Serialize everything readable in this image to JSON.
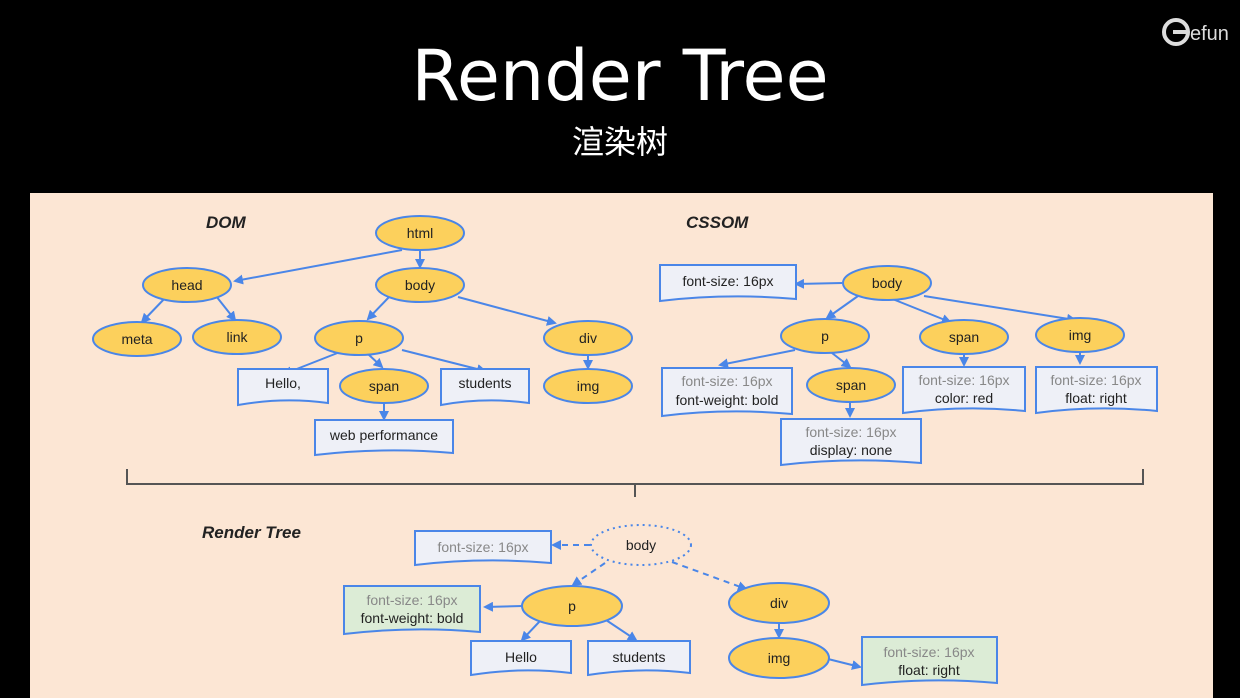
{
  "slide": {
    "title": "Render Tree",
    "subtitle": "渲染树",
    "logo_text": "efun"
  },
  "labels": {
    "dom": "DOM",
    "cssom": "CSSOM",
    "render_tree": "Render Tree"
  },
  "dom": {
    "html": "html",
    "head": "head",
    "body": "body",
    "meta": "meta",
    "link": "link",
    "p": "p",
    "div": "div",
    "hello": "Hello,",
    "span": "span",
    "students": "students",
    "img": "img",
    "web_performance": "web performance"
  },
  "cssom": {
    "body": "body",
    "body_style": "font-size: 16px",
    "p": "p",
    "span_top": "span",
    "img": "img",
    "p_style_1": "font-size: 16px",
    "p_style_2": "font-weight: bold",
    "span_child": "span",
    "span_top_style_1": "font-size: 16px",
    "span_top_style_2": "color: red",
    "img_style_1": "font-size: 16px",
    "img_style_2": "float: right",
    "span_child_style_1": "font-size: 16px",
    "span_child_style_2": "display: none"
  },
  "render": {
    "body": "body",
    "body_style": "font-size: 16px",
    "p": "p",
    "p_style_1": "font-size: 16px",
    "p_style_2": "font-weight: bold",
    "div": "div",
    "hello": "Hello",
    "students": "students",
    "img": "img",
    "img_style_1": "font-size: 16px",
    "img_style_2": "float: right"
  },
  "colors": {
    "node_fill": "#fcd05c",
    "stroke": "#4a86e8",
    "box_fill": "#eef0f7",
    "green_box_fill": "#dcecd6",
    "panel": "#fce6d4",
    "bracket": "#555555"
  }
}
